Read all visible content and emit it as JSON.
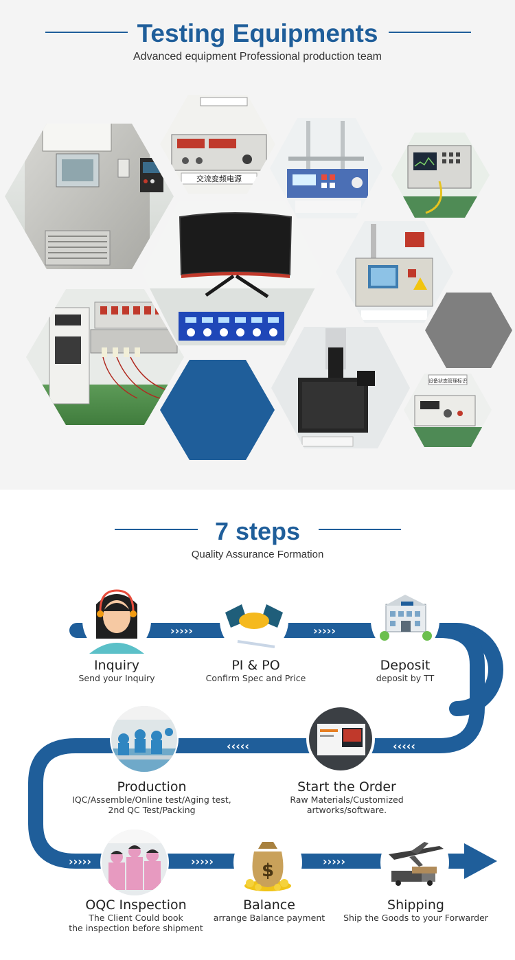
{
  "equipment_section": {
    "title": "Testing Equipments",
    "subtitle": "Advanced equipment Professional production team",
    "photo_labels": {
      "power_source": "交流变频电源",
      "sign": "设备状态管理标识"
    }
  },
  "steps_section": {
    "title": "7 steps",
    "subtitle": "Quality Assurance Formation",
    "steps": [
      {
        "title": "Inquiry",
        "desc1": "Send your Inquiry",
        "desc2": ""
      },
      {
        "title": "PI & PO",
        "desc1": "Confirm Spec and Price",
        "desc2": ""
      },
      {
        "title": "Deposit",
        "desc1": "deposit by TT",
        "desc2": ""
      },
      {
        "title": "Production",
        "desc1": "IQC/Assemble/Online test/Aging test,",
        "desc2": "2nd QC Test/Packing"
      },
      {
        "title": "Start the Order",
        "desc1": "Raw Materials/Customized",
        "desc2": "artworks/software."
      },
      {
        "title": "OQC Inspection",
        "desc1": "The Client Could book",
        "desc2": "the inspection before shipment"
      },
      {
        "title": "Balance",
        "desc1": "arrange Balance payment",
        "desc2": ""
      },
      {
        "title": "Shipping",
        "desc1": "Ship the Goods to your Forwarder",
        "desc2": ""
      }
    ],
    "colors": {
      "path": "#1f5e9a",
      "accent": "#1f5e9a",
      "gray_hex": "#808080"
    }
  }
}
